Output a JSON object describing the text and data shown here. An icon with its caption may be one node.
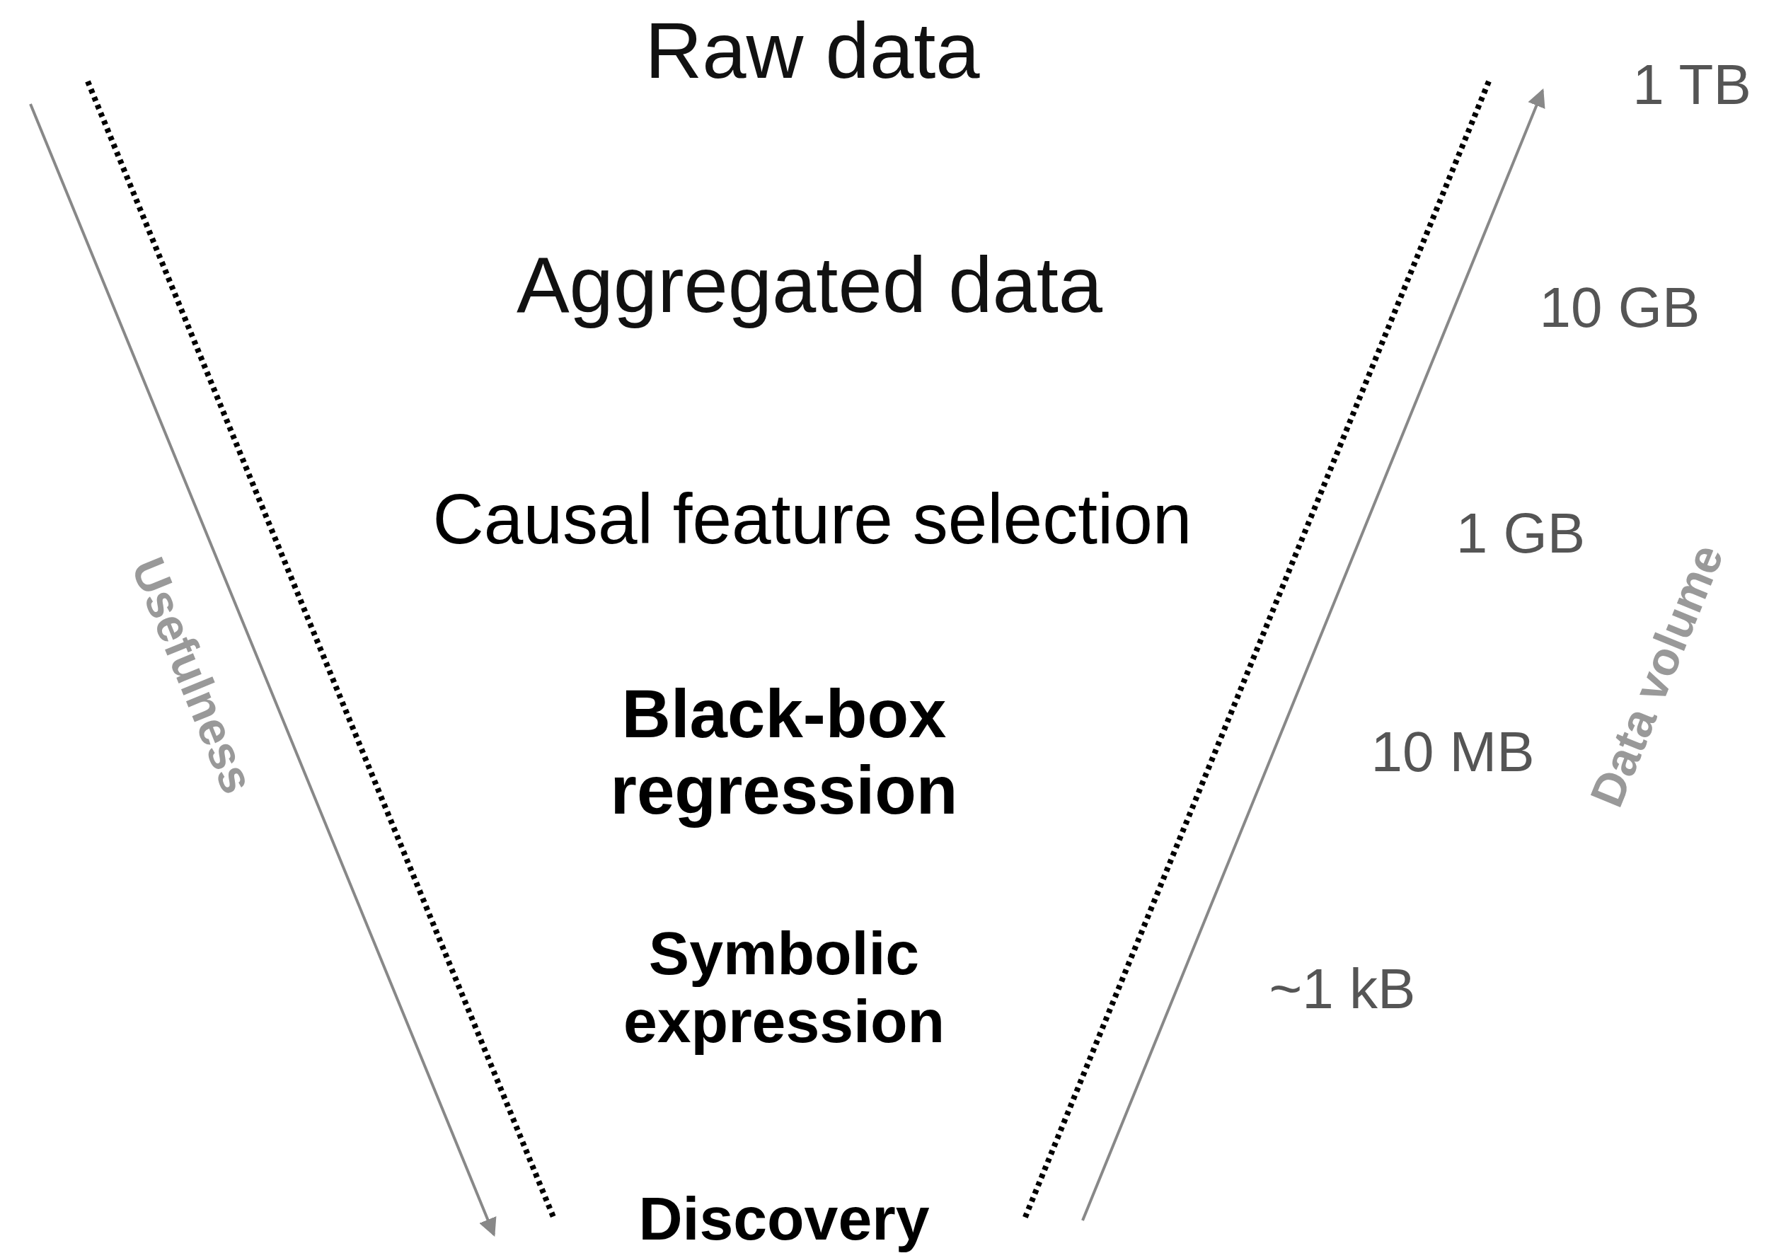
{
  "diagram": {
    "labels": [
      "Raw data",
      "1 TB",
      "Aggregated data",
      "10 GB",
      "Causal feature selection",
      "1 GB",
      "Usefulness",
      "Data volume",
      "Black-box regression",
      "10 MB",
      "Symbolic expression",
      "~1 kB",
      "Discovery"
    ]
  }
}
